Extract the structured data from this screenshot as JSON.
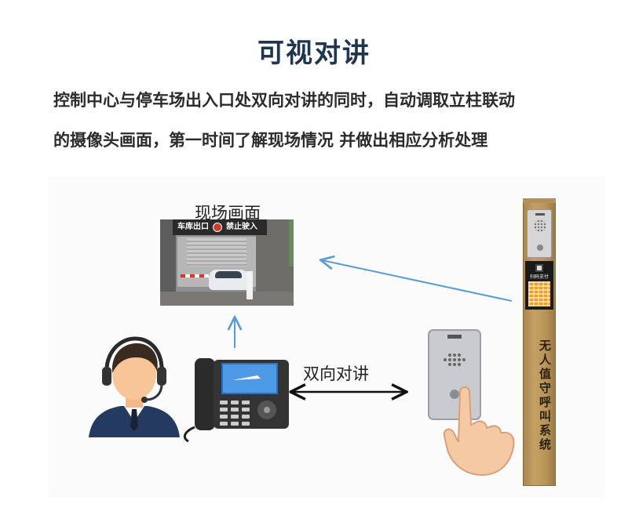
{
  "title": "可视对讲",
  "description": {
    "line1": "控制中心与停车场出入口处双向对讲的同时，自动调取立柱联动",
    "line2": "的摄像头画面，第一时间了解现场情况 并做出相应分析处理"
  },
  "diagram": {
    "scene_label": "现场画面",
    "scene_sign": {
      "exit_text": "车库出口",
      "no_entry_text": "禁止驶入"
    },
    "two_way_label": "双向对讲",
    "pillar_text": "无人值守呼叫系统",
    "pillar_scan_label": "扫码支付",
    "arrow_color": "#5b9bd5",
    "pillar_color": "#b89458"
  }
}
